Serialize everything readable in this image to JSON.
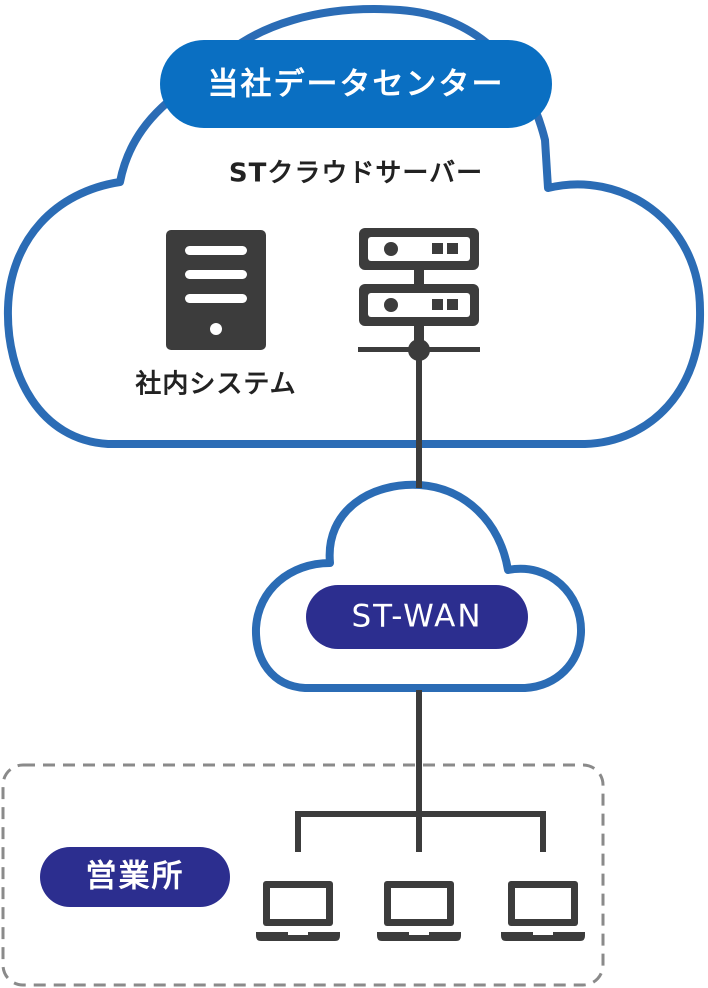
{
  "datacenter": {
    "title": "当社データセンター",
    "subtitle": "STクラウドサーバー",
    "system_label": "社内システム"
  },
  "wan": {
    "label": "ST-WAN"
  },
  "branch": {
    "label": "営業所"
  },
  "colors": {
    "cloud_stroke": "#2b6cb5",
    "datacenter_pill": "#0a6fc2",
    "navy_pill": "#2c2e8f",
    "icon_gray": "#3c3c3c",
    "line_gray": "#3c3c3c",
    "dashed_border": "#8a8a8a",
    "label_text": "#222222",
    "pill_text": "#ffffff"
  },
  "icons": [
    "tower-server-icon",
    "rack-server-icon",
    "laptop-icon"
  ]
}
